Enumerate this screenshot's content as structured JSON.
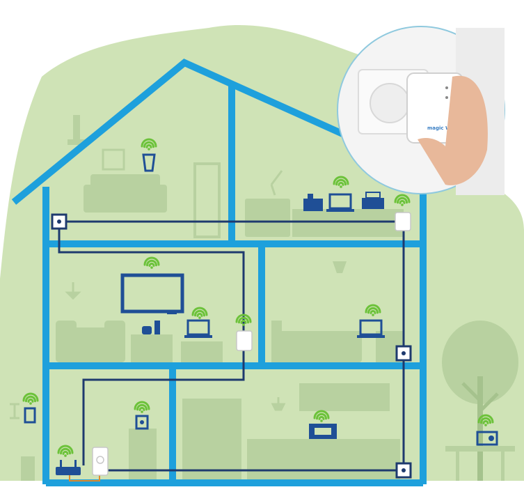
{
  "scene": {
    "colors": {
      "background_blob": "#cfe3b6",
      "furniture": "#b8d1a0",
      "house_wall": "#1ea0dc",
      "powerline": "#1e3a6e",
      "device_blue": "#1f4f96",
      "wifi_green": "#6cc23a",
      "ethernet_orange": "#e08a2a",
      "adapter_white": "#ffffff"
    },
    "inset_photo": {
      "brand_text": "magic WiFi"
    },
    "rooms": [
      {
        "name": "attic-left",
        "devices": [
          "plug-socket",
          "wifi-cup-lamp"
        ]
      },
      {
        "name": "attic-right",
        "devices": [
          "network-switch",
          "laptop",
          "printer",
          "wifi-adapter"
        ]
      },
      {
        "name": "living-room",
        "devices": [
          "tv",
          "game-console",
          "laptop",
          "wifi-adapter"
        ]
      },
      {
        "name": "bedroom",
        "devices": [
          "laptop",
          "plug-socket"
        ]
      },
      {
        "name": "hall",
        "devices": [
          "router",
          "adapter",
          "speaker"
        ]
      },
      {
        "name": "kitchen",
        "devices": [
          "radio",
          "plug-socket"
        ]
      },
      {
        "name": "garden",
        "devices": [
          "outdoor-lamp",
          "radio"
        ]
      }
    ]
  }
}
